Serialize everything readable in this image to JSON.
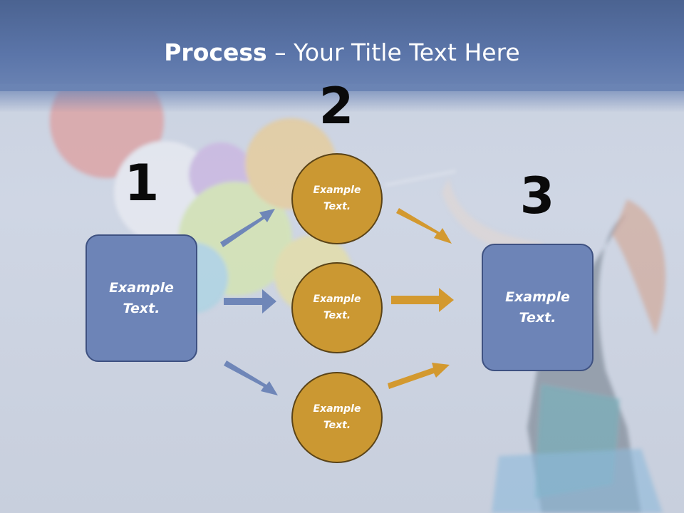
{
  "title": {
    "bold": "Process",
    "rest": " – Your Title Text Here"
  },
  "steps": [
    {
      "number": "1"
    },
    {
      "number": "2"
    },
    {
      "number": "3"
    }
  ],
  "left_box": {
    "text": "Example\nText."
  },
  "circles": [
    {
      "text": "Example\nText."
    },
    {
      "text": "Example\nText."
    },
    {
      "text": "Example\nText."
    }
  ],
  "right_box": {
    "text": "Example\nText."
  },
  "colors": {
    "box_fill": "#6d84b7",
    "circle_fill": "#cb9832",
    "blue_arrow": "#6f86b8",
    "orange_arrow": "#d3992f",
    "title_bar": "#5b75a9"
  }
}
